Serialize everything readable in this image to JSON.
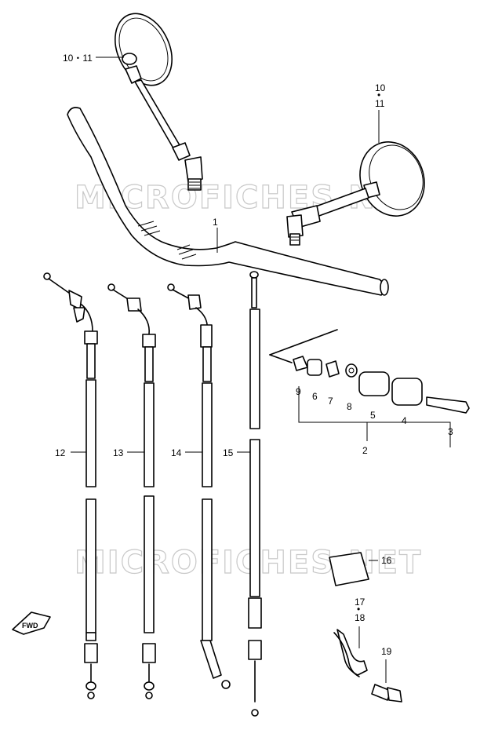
{
  "watermark": "MICROFICHES.NET",
  "fwd_label": "FWD",
  "callouts": {
    "c10_11_left": "10・11",
    "c10_right": "10",
    "c11_right": "11",
    "c1": "1",
    "c2": "2",
    "c3": "3",
    "c4": "4",
    "c5": "5",
    "c6": "6",
    "c7": "7",
    "c8": "8",
    "c9": "9",
    "c12": "12",
    "c13": "13",
    "c14": "14",
    "c15": "15",
    "c16": "16",
    "c17": "17",
    "c18": "18",
    "c19": "19"
  }
}
